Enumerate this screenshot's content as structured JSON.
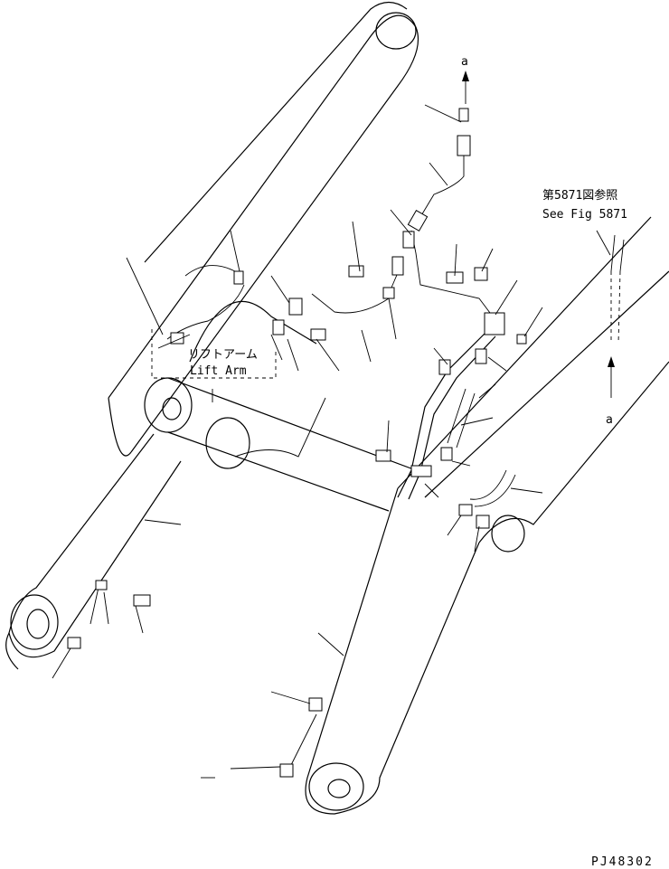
{
  "labels": {
    "ref_jp": "第5871図参照",
    "ref_en": "See Fig 5871",
    "lift_arm_jp": "リフトアーム",
    "lift_arm_en": "Lift Arm",
    "arrow_a_top": "a",
    "arrow_a_right": "a",
    "drawing_number": "PJ48302"
  }
}
